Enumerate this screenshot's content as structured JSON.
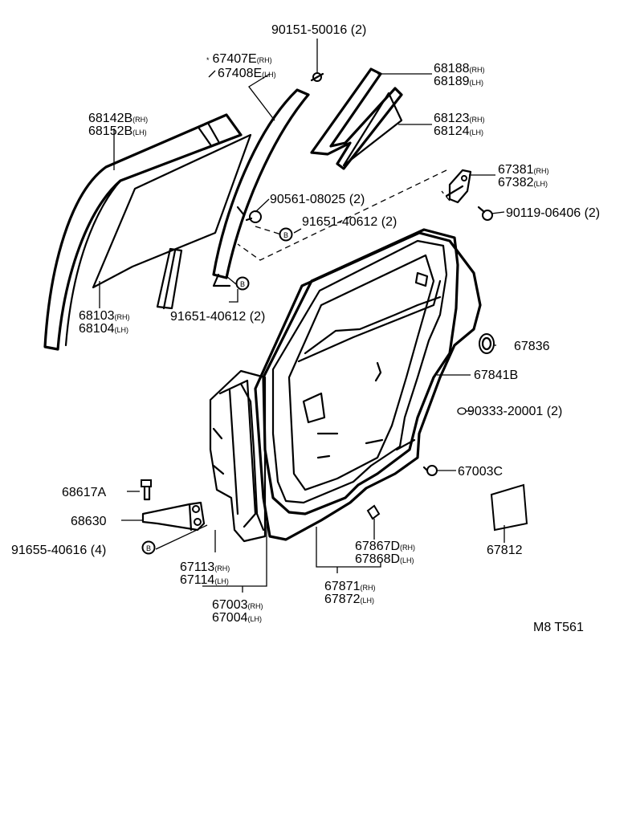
{
  "drawing_code": "M8 T561",
  "callouts": {
    "c90151": {
      "num": "90151-50016 (2)"
    },
    "c67407": {
      "mark": "*",
      "num": "67407E",
      "sfx": "(RH)"
    },
    "c67408": {
      "num": "67408E",
      "sfx": "(LH)"
    },
    "c68188": {
      "num": "68188",
      "sfx": "(RH)"
    },
    "c68189": {
      "num": "68189",
      "sfx": "(LH)"
    },
    "c68142": {
      "num": "68142B",
      "sfx": "(RH)"
    },
    "c68152": {
      "num": "68152B",
      "sfx": "(LH)"
    },
    "c68123": {
      "num": "68123",
      "sfx": "(RH)"
    },
    "c68124": {
      "num": "68124",
      "sfx": "(LH)"
    },
    "c67381": {
      "num": "67381",
      "sfx": "(RH)"
    },
    "c67382": {
      "num": "67382",
      "sfx": "(LH)"
    },
    "c90561": {
      "num": "90561-08025 (2)"
    },
    "c90119": {
      "num": "90119-06406 (2)"
    },
    "c91651a": {
      "num": "91651-40612 (2)"
    },
    "c91651b": {
      "num": "91651-40612 (2)"
    },
    "c68103": {
      "num": "68103",
      "sfx": "(RH)"
    },
    "c68104": {
      "num": "68104",
      "sfx": "(LH)"
    },
    "c67836": {
      "num": "67836"
    },
    "c67841": {
      "num": "67841B"
    },
    "c90333": {
      "num": "90333-20001 (2)"
    },
    "c67003c": {
      "num": "67003C"
    },
    "c68617": {
      "num": "68617A"
    },
    "c68630": {
      "num": "68630"
    },
    "c91655": {
      "num": "91655-40616 (4)"
    },
    "c67113": {
      "num": "67113",
      "sfx": "(RH)"
    },
    "c67114": {
      "num": "67114",
      "sfx": "(LH)"
    },
    "c67867": {
      "num": "67867D",
      "sfx": "(RH)"
    },
    "c67868": {
      "num": "67868D",
      "sfx": "(LH)"
    },
    "c67812": {
      "num": "67812"
    },
    "c67871": {
      "num": "67871",
      "sfx": "(RH)"
    },
    "c67872": {
      "num": "67872",
      "sfx": "(LH)"
    },
    "c67003": {
      "num": "67003",
      "sfx": "(RH)"
    },
    "c67004": {
      "num": "67004",
      "sfx": "(LH)"
    }
  },
  "markers": {
    "b1": "B",
    "b2": "B",
    "b3": "B"
  }
}
